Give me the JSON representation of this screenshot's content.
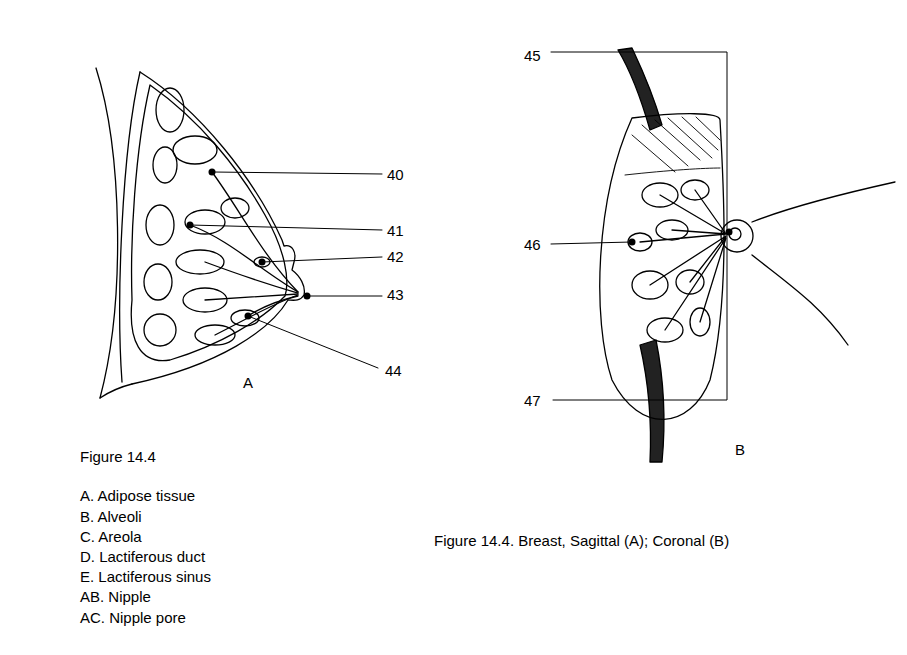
{
  "diagram": {
    "caption": "Figure 14.4. Breast, Sagittal (A); Coronal (B)",
    "labels": [
      "40",
      "41",
      "42",
      "43",
      "44",
      "A",
      "45",
      "46",
      "47",
      "B",
      "Figure 14.4",
      "A. Adipose tissue",
      "B. Alveoli",
      "C. Areola",
      "D. Lactiferous duct",
      "E. Lactiferous sinus",
      "AB. Nipple",
      "AC. Nipple pore"
    ]
  }
}
